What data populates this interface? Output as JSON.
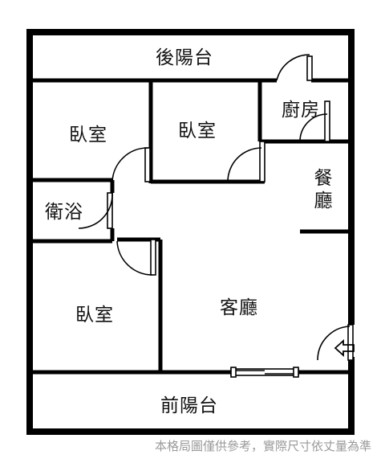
{
  "rooms": {
    "rear_balcony": "後陽台",
    "bedroom_top_left": "臥室",
    "bedroom_top_middle": "臥室",
    "kitchen": "廚房",
    "dining": [
      "餐",
      "廳"
    ],
    "bathroom": "衛浴",
    "living_room": "客廳",
    "bedroom_bottom_left": "臥室",
    "front_balcony": "前陽台"
  },
  "entrance": {
    "icon": "entrance-arrow-icon"
  },
  "disclaimer": "本格局圖僅供參考，實際尺寸依丈量為準",
  "colors": {
    "wall": "#000000",
    "background": "#ffffff",
    "disclaimer": "#9a9a9a"
  }
}
